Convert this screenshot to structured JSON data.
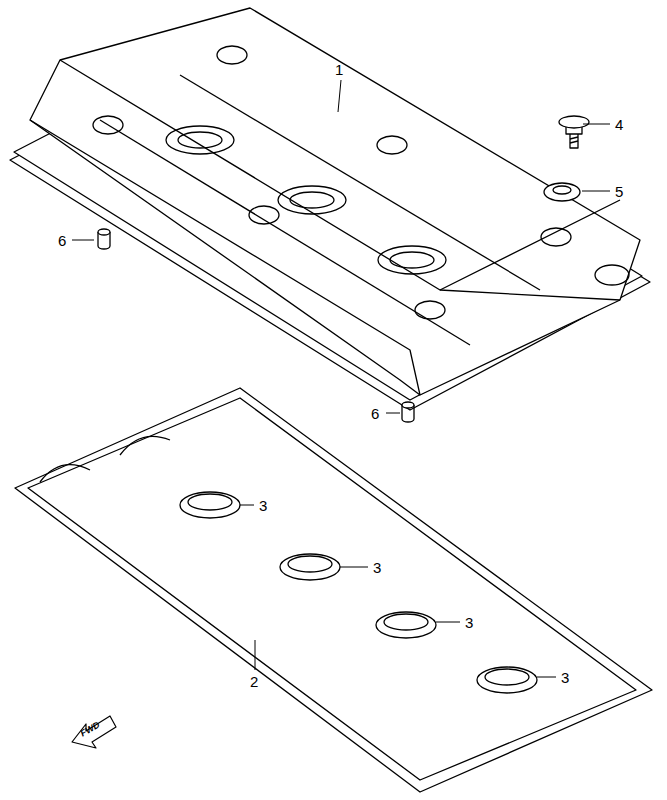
{
  "diagram": {
    "labels": [
      "1",
      "4",
      "5",
      "6",
      "6",
      "3",
      "3",
      "3",
      "3",
      "2",
      "FWD"
    ]
  }
}
